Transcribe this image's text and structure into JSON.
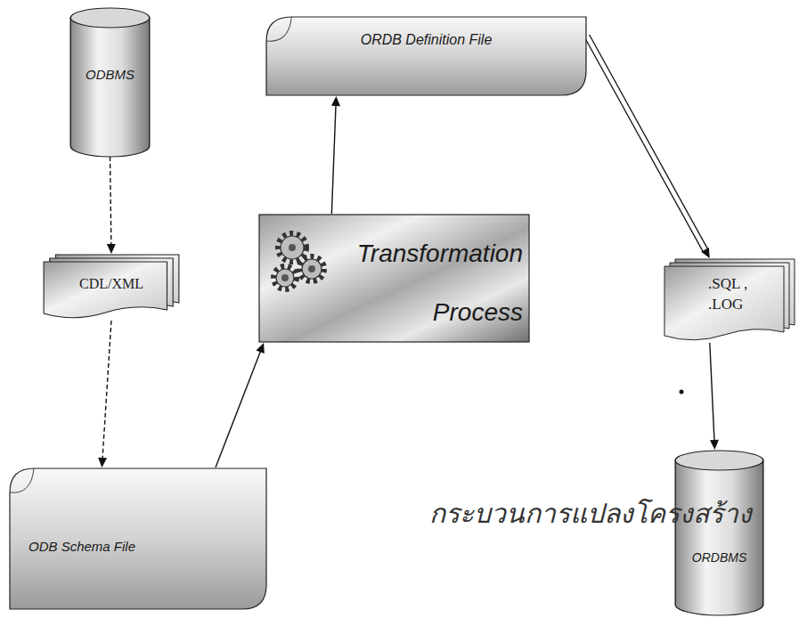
{
  "diagram": {
    "caption": "กระบวนการแปลงโครงสร้าง",
    "nodes": [
      {
        "text": [
          "ODBMS"
        ]
      },
      {
        "text": [
          "ORDB Definition File"
        ]
      },
      {
        "text": [
          "CDL/XML"
        ]
      },
      {
        "text": [
          "Transformation Process"
        ]
      },
      {
        "text": [
          ".SQL , .LOG"
        ]
      },
      {
        "text": [
          "ODB Schema File"
        ]
      },
      {
        "text": [
          "ORDBMS"
        ]
      }
    ],
    "edges": [
      {
        "from": 0,
        "to": 2,
        "arrow": "to"
      },
      {
        "from": 2,
        "to": 5,
        "arrow": "to"
      },
      {
        "from": 5,
        "to": 3,
        "arrow": "to"
      },
      {
        "from": 3,
        "to": 1,
        "arrow": "to"
      },
      {
        "from": 1,
        "to": 4,
        "arrow": "to"
      },
      {
        "from": 4,
        "to": 6,
        "arrow": "to"
      }
    ]
  }
}
